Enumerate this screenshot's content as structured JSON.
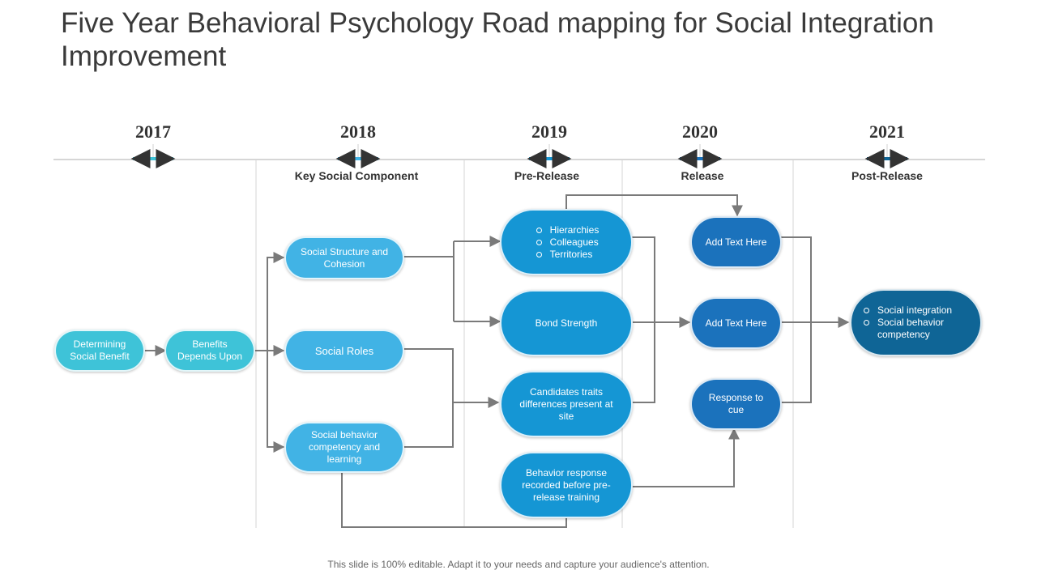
{
  "title": "Five Year Behavioral Psychology  Road mapping for Social Integration Improvement",
  "timeline": {
    "years": [
      "2017",
      "2018",
      "2019",
      "2020",
      "2021"
    ],
    "phases": [
      "Key Social Component",
      "Pre-Release",
      "Release",
      "Post-Release"
    ]
  },
  "nodes": {
    "determining": "Determining Social Benefit",
    "benefits": "Benefits Depends Upon",
    "structure": "Social Structure and Cohesion",
    "roles": "Social Roles",
    "competency": "Social behavior competency and learning",
    "hierarchies": [
      "Hierarchies",
      "Colleagues",
      "Territories"
    ],
    "bond": "Bond Strength",
    "candidates": "Candidates traits differences present at site",
    "behavior": "Behavior response recorded before pre-release training",
    "addtext1": "Add Text Here",
    "addtext2": "Add Text Here",
    "response": "Response to cue",
    "outcome": [
      "Social integration",
      "Social behavior competency"
    ]
  },
  "colors": {
    "teal": "#3ec3d8",
    "light_blue": "#41b3e5",
    "mid_blue": "#1596d4",
    "blue": "#1b72bc",
    "dark_blue": "#0f6596",
    "connector": "#7a7a7a"
  },
  "footer": "This slide is 100% editable. Adapt it to your needs and capture your audience's attention."
}
